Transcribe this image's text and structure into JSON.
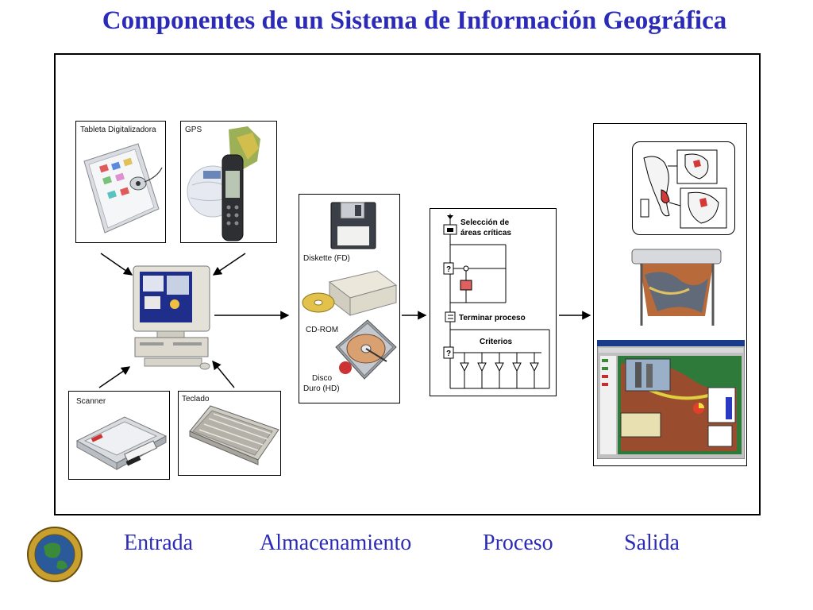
{
  "title": "Componentes de un Sistema de Información Geográfica",
  "input": {
    "tablet_label": "Tableta Digitalizadora",
    "gps_label": "GPS",
    "scanner_label": "Scanner",
    "keyboard_label": "Teclado"
  },
  "storage": {
    "diskette_label": "Diskette (FD)",
    "cdrom_label": "CD-ROM",
    "disk_label_line1": "Disco",
    "disk_label_line2": "Duro (HD)"
  },
  "process": {
    "step1_line1": "Selección de",
    "step1_line2": "áreas críticas",
    "step2": "Terminar proceso",
    "step3": "Criterios"
  },
  "stages": {
    "input": "Entrada",
    "storage": "Almacenamiento",
    "process": "Proceso",
    "output": "Salida"
  },
  "colors": {
    "title": "#2b2bb8",
    "stage_labels": "#2b2bb8"
  }
}
